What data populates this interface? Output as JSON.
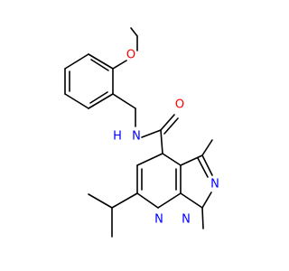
{
  "colors": {
    "background": "#ffffff",
    "bond": "#000000",
    "oxygen": "#ff0000",
    "nitrogen": "#0000ff"
  },
  "atoms": {
    "o_methoxy": "O",
    "o_carbonyl": "O",
    "n_amide": "N",
    "h_amide": "H",
    "n_pyrazole_2": "N",
    "n_pyrazole_1": "N",
    "n_pyridine": "N"
  }
}
